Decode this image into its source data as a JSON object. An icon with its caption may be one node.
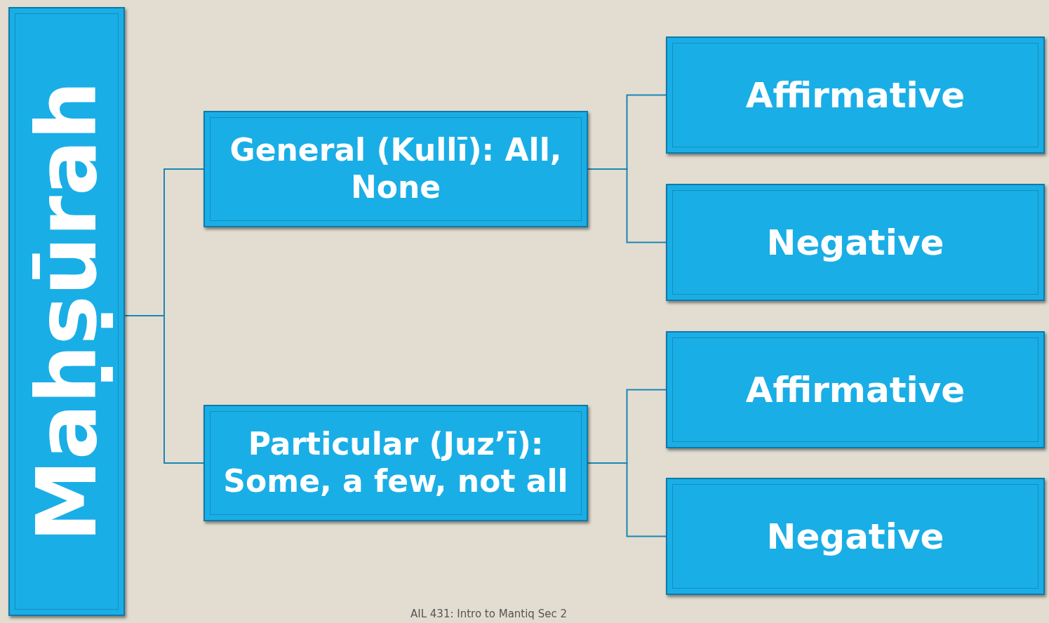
{
  "diagram": {
    "nodes": [
      {
        "text": [
          "Maḥṣūrah"
        ]
      },
      {
        "text": [
          "General (Kullī): All, None"
        ]
      },
      {
        "text": [
          "Particular (Juz’ī): Some, a few, not all"
        ]
      },
      {
        "text": [
          "Affirmative"
        ]
      },
      {
        "text": [
          "Negative"
        ]
      },
      {
        "text": [
          "Affirmative"
        ]
      },
      {
        "text": [
          "Negative"
        ]
      }
    ],
    "edges": [
      {
        "from": 0,
        "to": 1,
        "arrow": "none"
      },
      {
        "from": 0,
        "to": 2,
        "arrow": "none"
      },
      {
        "from": 1,
        "to": 3,
        "arrow": "none"
      },
      {
        "from": 1,
        "to": 4,
        "arrow": "none"
      },
      {
        "from": 2,
        "to": 5,
        "arrow": "none"
      },
      {
        "from": 2,
        "to": 6,
        "arrow": "none"
      }
    ],
    "labels": [
      "AIL 431: Intro to Mantiq Sec 2"
    ]
  }
}
